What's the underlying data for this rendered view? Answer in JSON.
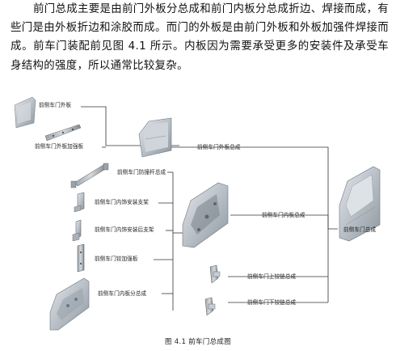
{
  "body_text": "前门总成主要是由前门外板分总成和前门内板分总成折边、焊接而成，有些门是由外板折边和涂胶而成。而门的外板是由前门外板和外板加强件焊接而成。前车门装配前见图 4.1 所示。内板因为需要承受更多的安装件及承受车身结构的强度，所以通常比较复杂。",
  "figure": {
    "caption": "图 4.1  前车门总成图",
    "labels": {
      "outer_panel": "前侧车门外板",
      "outer_reinforcement": "前侧车门外板加强板",
      "outer_assembly": "前侧车门外板总成",
      "anti_collision_beam": "前侧车门防撞杆总成",
      "front_bracket": "前侧车门内饰安装支架",
      "rear_bracket": "前侧车门内饰安装后支架",
      "reinforcement_plate": "前侧车门铰加强板",
      "inner_sub_assembly": "前侧车门内板分总成",
      "inner_assembly": "前侧车门内板总成",
      "upper_hinge": "前侧车门上铰链总成",
      "lower_hinge": "前侧车门下铰链总成",
      "door_assembly": "前侧车门总成"
    },
    "icons": [
      "outer-panel-part",
      "outer-reinforcement-part",
      "outer-assembly-part",
      "anti-collision-beam-part",
      "front-bracket-part",
      "rear-bracket-part",
      "reinforcement-plate-part",
      "inner-sub-assembly-part",
      "inner-assembly-part",
      "upper-hinge-part",
      "lower-hinge-part",
      "door-assembly-part"
    ]
  }
}
